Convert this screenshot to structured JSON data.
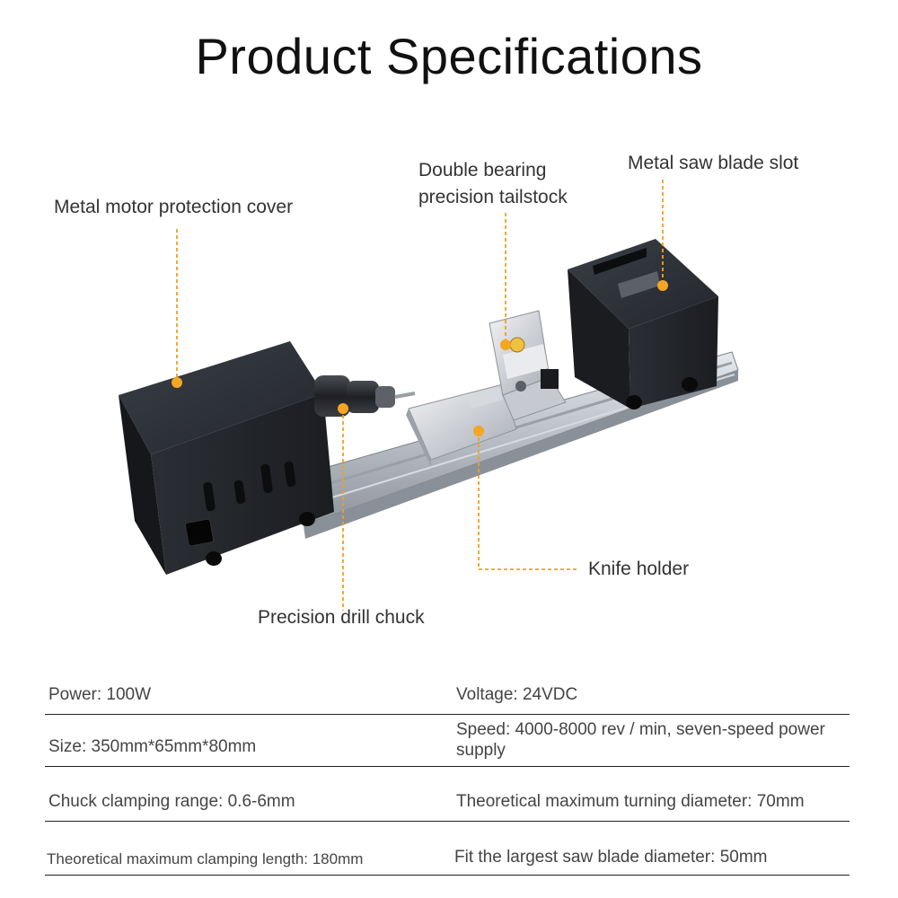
{
  "title": "Product Specifications",
  "callouts": {
    "motor_cover": "Metal motor protection cover",
    "tailstock_line1": "Double bearing",
    "tailstock_line2": "precision tailstock",
    "saw_slot": "Metal saw blade slot",
    "knife_holder": "Knife holder",
    "drill_chuck": "Precision drill chuck"
  },
  "specs": [
    {
      "left": "Power: 100W",
      "right": "Voltage: 24VDC"
    },
    {
      "left": "Size: 350mm*65mm*80mm",
      "right": "Speed: 4000-8000 rev / min, seven-speed power supply"
    },
    {
      "left": "Chuck clamping range: 0.6-6mm",
      "right": "Theoretical maximum turning diameter: 70mm"
    },
    {
      "left": "Theoretical maximum clamping length: 180mm",
      "right": "Fit the largest saw blade diameter: 50mm"
    }
  ],
  "colors": {
    "marker": "#f5a623",
    "leader": "#f0a020",
    "metal_dark": "#2a2d33",
    "rail": "#c9cdd3"
  }
}
